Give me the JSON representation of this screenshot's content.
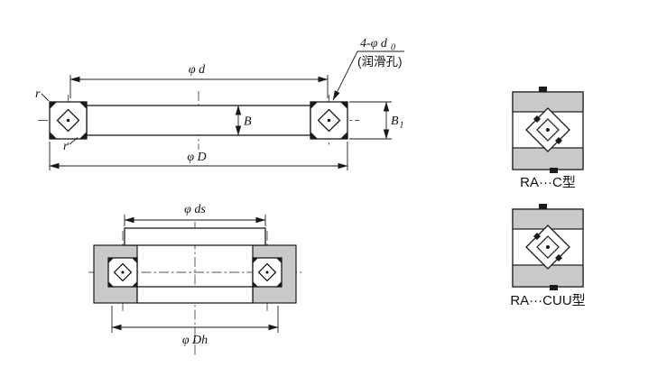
{
  "colors": {
    "line": "#1a1a1a",
    "shade": "#c9c9c9",
    "background": "#ffffff"
  },
  "section_view": {
    "dim_bore": "φ d",
    "lube_label_main": "4-φ d",
    "lube_label_sub": "0",
    "lube_note": "(润滑孔)",
    "dim_width": "B",
    "dim_total_width_main": "B",
    "dim_total_width_sub": "1",
    "dim_outer": "φ D",
    "chamfer_top": "r",
    "chamfer_bottom": "r"
  },
  "mounting_view": {
    "dim_shaft": "φ ds",
    "dim_housing": "φ Dh"
  },
  "detail_views": {
    "type_c": "RA···C型",
    "type_cuu": "RA···CUU型"
  }
}
